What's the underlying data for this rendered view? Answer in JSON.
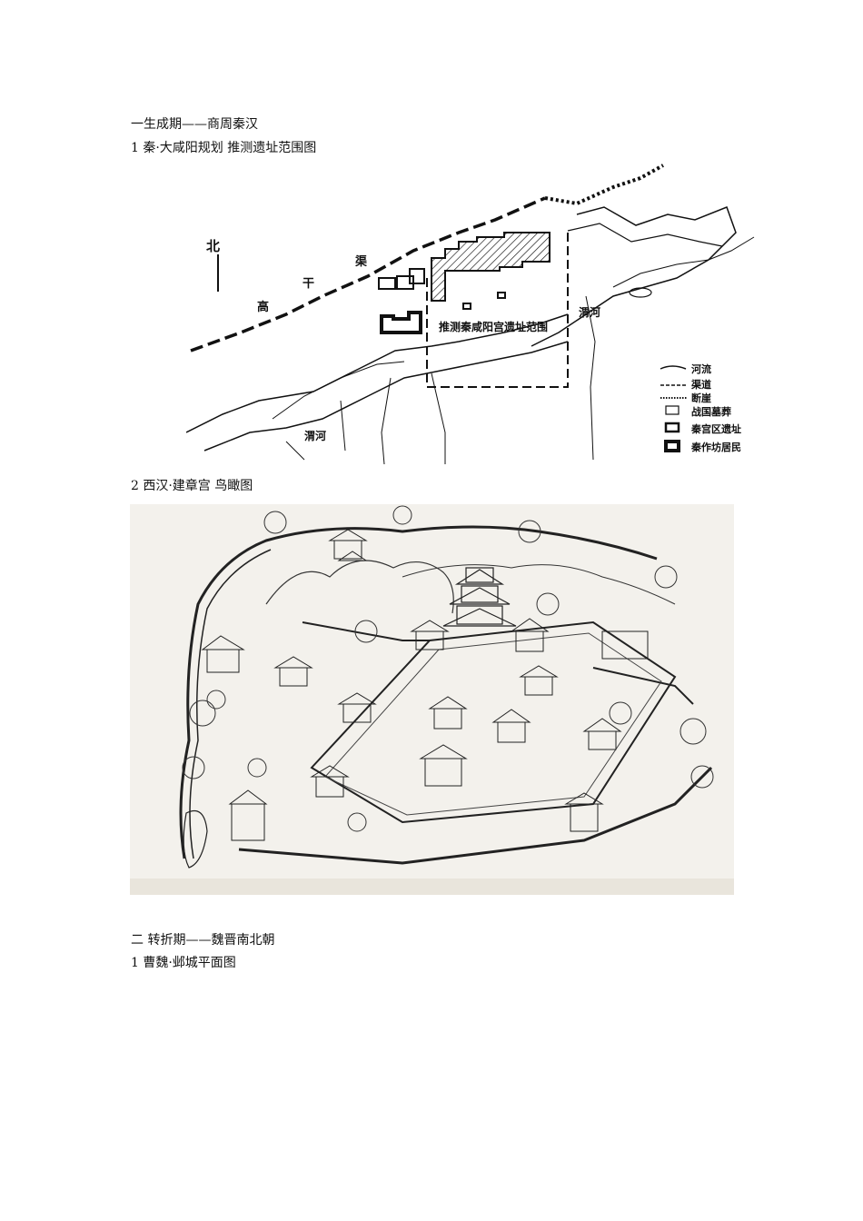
{
  "headings": {
    "section1": "一生成期——商周秦汉",
    "item1_1": "1 秦·大咸阳规划  推测遗址范围图",
    "item1_2": "2 西汉·建章宫  鸟瞰图",
    "section2": "二  转折期——魏晋南北朝",
    "item2_1": "1 曹魏·邺城平面图"
  },
  "map1": {
    "north": "北",
    "canal_chars": [
      "高",
      "干",
      "渠"
    ],
    "range_label": "推测秦咸阳宫遗址范围",
    "river_upper": "渭河",
    "river_lower": "渭河",
    "legend": [
      "河流",
      "渠道",
      "断崖",
      "战国墓葬",
      "秦宫区遗址",
      "秦作坊居民"
    ]
  },
  "colors": {
    "ink": "#111111",
    "paper": "#f3f1ec"
  }
}
